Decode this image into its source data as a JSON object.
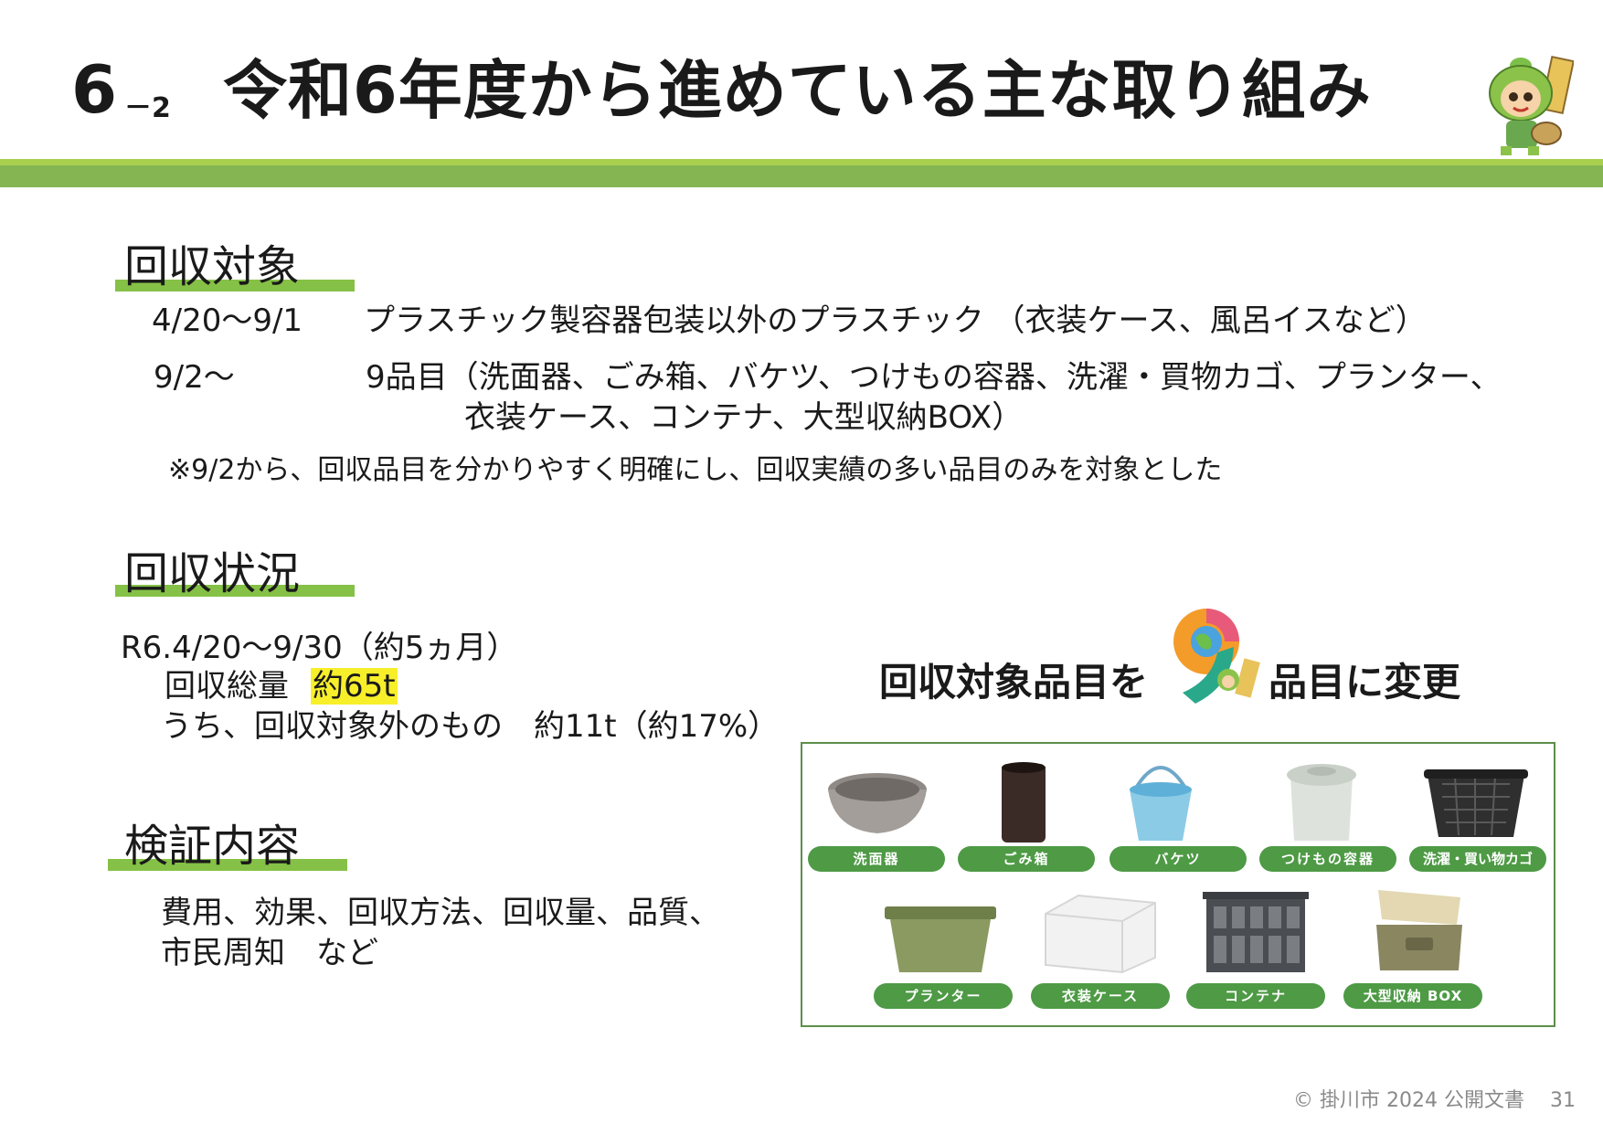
{
  "header": {
    "number": "6",
    "sub_number": "－2",
    "title": "令和6年度から進めている主な取り組み"
  },
  "section_target": {
    "heading": "回収対象",
    "row1_period": "4/20～9/1",
    "row1_desc": "プラスチック製容器包装以外のプラスチック （衣装ケース、風呂イスなど）",
    "row2_period": "9/2～",
    "row2_desc_line1": "9品目（洗面器、ごみ箱、バケツ、つけもの容器、洗濯・買物カゴ、プランター、",
    "row2_desc_line2": "衣装ケース、コンテナ、大型収納BOX）",
    "note": "※9/2から、回収品目を分かりやすく明確にし、回収実績の多い品目のみを対象とした"
  },
  "section_status": {
    "heading": "回収状況",
    "period": "R6.4/20～9/30（約5ヵ月）",
    "total_label": "回収総量",
    "total_value": "約65t",
    "excluded": "うち、回収対象外のもの　約11t（約17%）"
  },
  "section_verify": {
    "heading": "検証内容",
    "line1": "費用、効果、回収方法、回収量、品質、",
    "line2": "市民周知　など"
  },
  "graphic": {
    "banner_left": "回収対象品目を",
    "banner_right": "品目に変更",
    "items": [
      {
        "label": "洗面器",
        "icon": "washbowl"
      },
      {
        "label": "ごみ箱",
        "icon": "trash-bin"
      },
      {
        "label": "バケツ",
        "icon": "bucket"
      },
      {
        "label": "つけもの容器",
        "icon": "pickle-container"
      },
      {
        "label": "洗濯・買い物カゴ",
        "icon": "laundry-basket"
      },
      {
        "label": "プランター",
        "icon": "planter"
      },
      {
        "label": "衣装ケース",
        "icon": "clothing-case"
      },
      {
        "label": "コンテナ",
        "icon": "crate"
      },
      {
        "label": "大型収納 BOX",
        "icon": "storage-box"
      }
    ],
    "colors": {
      "label_bg": "#4e9a45",
      "box_border": "#5d8f4a"
    }
  },
  "footer": {
    "copyright": "© 掛川市 2024 公開文書",
    "page_number": "31"
  },
  "colors": {
    "band_light": "#a9cf4e",
    "band_dark": "#85b553",
    "heading_underline": "#85c146",
    "highlight": "#f7ef2a"
  }
}
